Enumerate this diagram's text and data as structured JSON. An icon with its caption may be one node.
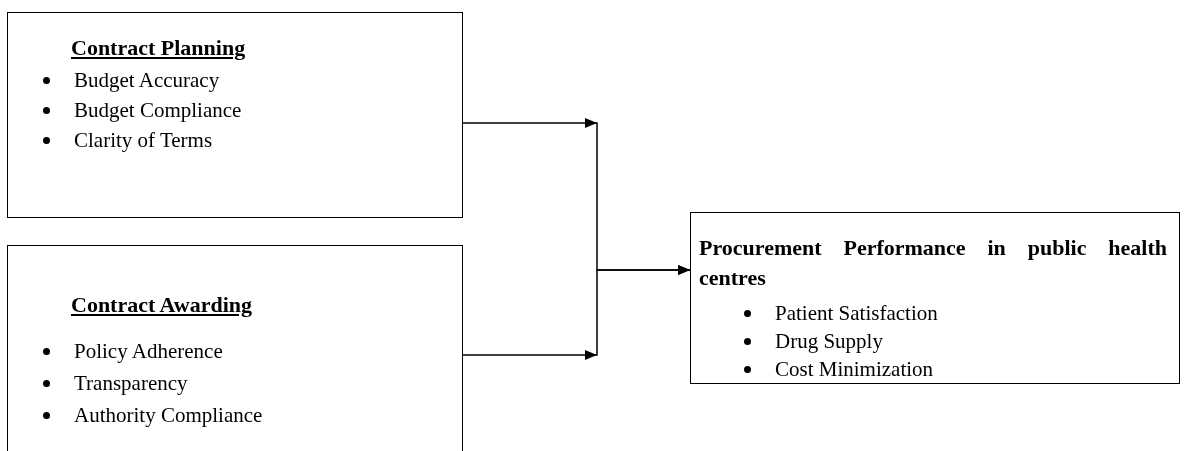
{
  "diagram": {
    "nodes": [
      {
        "text": [
          "Contract Planning",
          "Budget Accuracy",
          "Budget Compliance",
          "Clarity of Terms"
        ]
      },
      {
        "text": [
          "Contract Awarding",
          "Policy Adherence",
          "Transparency",
          "Authority Compliance"
        ]
      },
      {
        "text": [
          "Procurement Performance in public health centres",
          "Patient Satisfaction",
          "Drug Supply",
          "Cost Minimization"
        ]
      }
    ],
    "edges": [
      {
        "from": 0,
        "to": 2,
        "arrow": "to"
      },
      {
        "from": 1,
        "to": 2,
        "arrow": "to"
      }
    ]
  }
}
